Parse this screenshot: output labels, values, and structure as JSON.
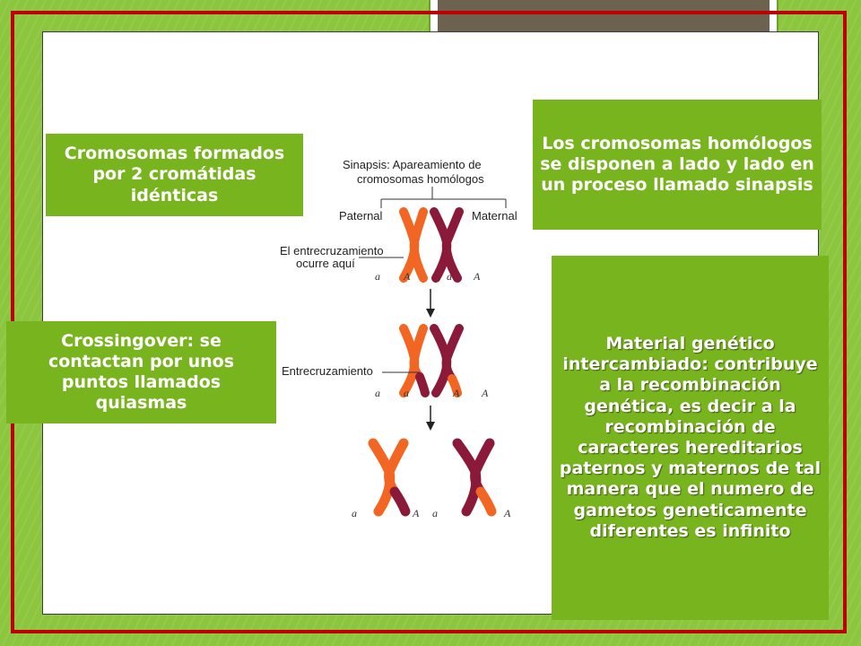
{
  "colors": {
    "background": "#8cc63f",
    "frame": "#c00000",
    "box_fill": "#78b41e",
    "box_text": "#ffffff",
    "paternal_chromosome": "#f26522",
    "maternal_chromosome": "#8b1a3a",
    "deco_inner": "#6d6150"
  },
  "callouts": {
    "cromatidas": "Cromosomas formados por 2 cromátidas idénticas",
    "sinapsis": "Los cromosomas homólogos se disponen a lado y lado en un proceso llamado sinapsis",
    "crossingover": "Crossingover: se contactan por unos puntos llamados quiasmas",
    "material": "Material genético intercambiado: contribuye a la recombinación genética, es decir a la recombinación de caracteres hereditarios paternos y maternos de tal manera que el numero de gametos geneticamente diferentes es infinito"
  },
  "diagram": {
    "title_line1": "Sinapsis: Apareamiento de",
    "title_line2": "cromosomas homólogos",
    "label_paternal": "Paternal",
    "label_maternal": "Maternal",
    "label_crossover_line1": "El entrecruzamiento",
    "label_crossover_line2": "ocurre aquí",
    "label_entrecruzamiento": "Entrecruzamiento",
    "allele_recessive": "a",
    "allele_dominant": "A"
  }
}
